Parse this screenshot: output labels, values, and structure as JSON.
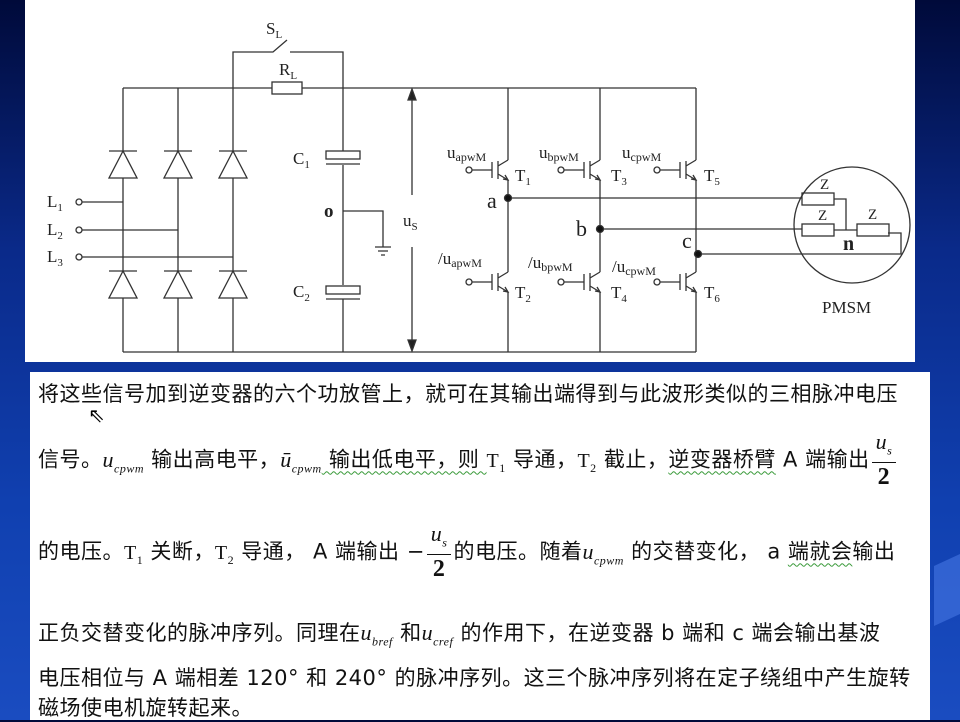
{
  "diagram": {
    "switch_label": {
      "main": "S",
      "sub": "L"
    },
    "resistor_label": {
      "main": "R",
      "sub": "L"
    },
    "inputs": [
      {
        "main": "L",
        "sub": "1"
      },
      {
        "main": "L",
        "sub": "2"
      },
      {
        "main": "L",
        "sub": "3"
      }
    ],
    "capacitors": [
      {
        "main": "C",
        "sub": "1"
      },
      {
        "main": "C",
        "sub": "2"
      }
    ],
    "midpoint_label": "o",
    "dc_voltage": {
      "main": "u",
      "sub": "S"
    },
    "gate_signals": [
      {
        "main": "u",
        "sub": "apwM"
      },
      {
        "main": "/u",
        "sub": "apwM"
      },
      {
        "main": "u",
        "sub": "bpwM"
      },
      {
        "main": "/u",
        "sub": "bpwM"
      },
      {
        "main": "u",
        "sub": "cpwM"
      },
      {
        "main": "/u",
        "sub": "cpwM"
      }
    ],
    "transistors": [
      {
        "main": "T",
        "sub": "1"
      },
      {
        "main": "T",
        "sub": "2"
      },
      {
        "main": "T",
        "sub": "3"
      },
      {
        "main": "T",
        "sub": "4"
      },
      {
        "main": "T",
        "sub": "5"
      },
      {
        "main": "T",
        "sub": "6"
      }
    ],
    "nodes": [
      "a",
      "b",
      "c"
    ],
    "impedances": [
      "Z",
      "Z",
      "Z"
    ],
    "neutral": "n",
    "motor_label": "PMSM"
  },
  "text": {
    "l1": "将这些信号加到逆变器的六个功放管上，就可在其输出端得到与此波形类似的三相脉冲电压",
    "l2a": "信号。",
    "u": "u",
    "ubar": "ū",
    "cpwm": "cpwm",
    "l2b": " 输出高电平，",
    "l2c": " 输出低电平，则 ",
    "T": "T",
    "s1": "1",
    "s2": "2",
    "l2d": " 导通，",
    "l2e": " 截止，",
    "l2f": "逆变器桥臂",
    "l2g": " A 端输出",
    "us_sub": "s",
    "two": "2",
    "l3a": "的电压。",
    "l3b": " 关断，",
    "l3c": " 导通， A 端输出 −",
    "l3d": "的电压。随着",
    "l3e": " 的交替变化， a ",
    "l3f": "端就会",
    "l3g": "输出",
    "l4a": "正负交替变化的脉冲序列。同理在",
    "bref": "bref",
    "l4b": " 和",
    "cref": "cref",
    "l4c": " 的作用下，在逆变器 b 端和 c 端会输出基波",
    "l5": "电压相位与 A 端相差 120° 和 240° 的脉冲序列。这三个脉冲序列将在定子绕组中产生旋转",
    "l6": "磁场使电机旋转起来。",
    "cursor": "⇖"
  }
}
